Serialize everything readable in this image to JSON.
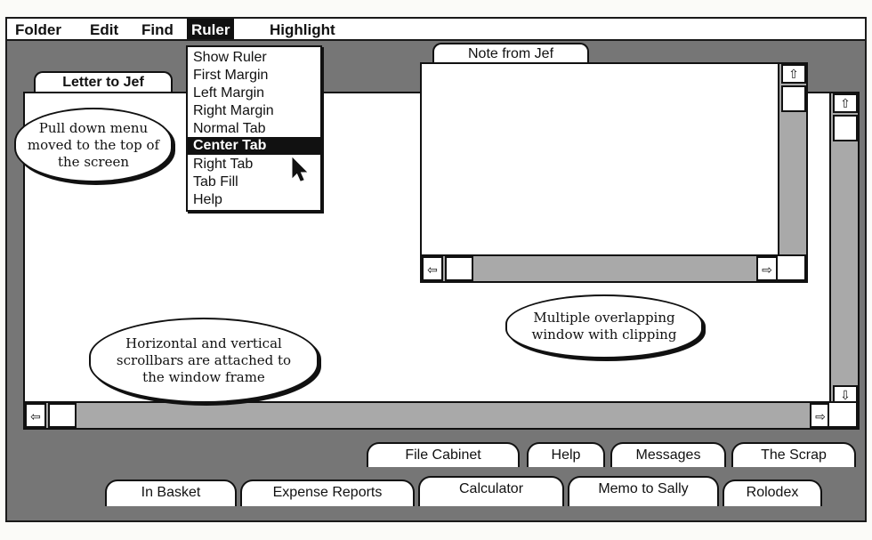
{
  "menubar": {
    "items": [
      {
        "label": "Folder"
      },
      {
        "label": "Edit"
      },
      {
        "label": "Find"
      },
      {
        "label": "Ruler"
      },
      {
        "label": "Highlight"
      }
    ],
    "active": "Ruler"
  },
  "ruler_menu": {
    "items": [
      {
        "label": "Show Ruler"
      },
      {
        "label": "First Margin"
      },
      {
        "label": "Left Margin"
      },
      {
        "label": "Right Margin"
      },
      {
        "label": "Normal Tab"
      },
      {
        "label": "Center Tab"
      },
      {
        "label": "Right Tab"
      },
      {
        "label": "Tab Fill"
      },
      {
        "label": "Help"
      }
    ],
    "selected": "Center Tab"
  },
  "windows": {
    "letter": {
      "title": "Letter to Jef"
    },
    "note": {
      "title": "Note from Jef"
    }
  },
  "callouts": {
    "menu": "Pull down menu moved to the top of the screen",
    "scrollbars": "Horizontal and vertical scrollbars are attached to the window frame",
    "overlap": "Multiple overlapping window with clipping"
  },
  "scroll_glyphs": {
    "up": "⇧",
    "down": "⇩",
    "left": "⇦",
    "right": "⇨"
  },
  "desk_tabs": {
    "row1": [
      {
        "label": "File Cabinet"
      },
      {
        "label": "Help"
      },
      {
        "label": "Messages"
      },
      {
        "label": "The Scrap"
      }
    ],
    "row2": [
      {
        "label": "In Basket"
      },
      {
        "label": "Expense Reports"
      },
      {
        "label": "Calculator"
      },
      {
        "label": "Memo to Sally"
      },
      {
        "label": "Rolodex"
      }
    ]
  },
  "colors": {
    "desktop": "#767676",
    "scroll_track": "#a9a9a9",
    "ink": "#111111"
  }
}
